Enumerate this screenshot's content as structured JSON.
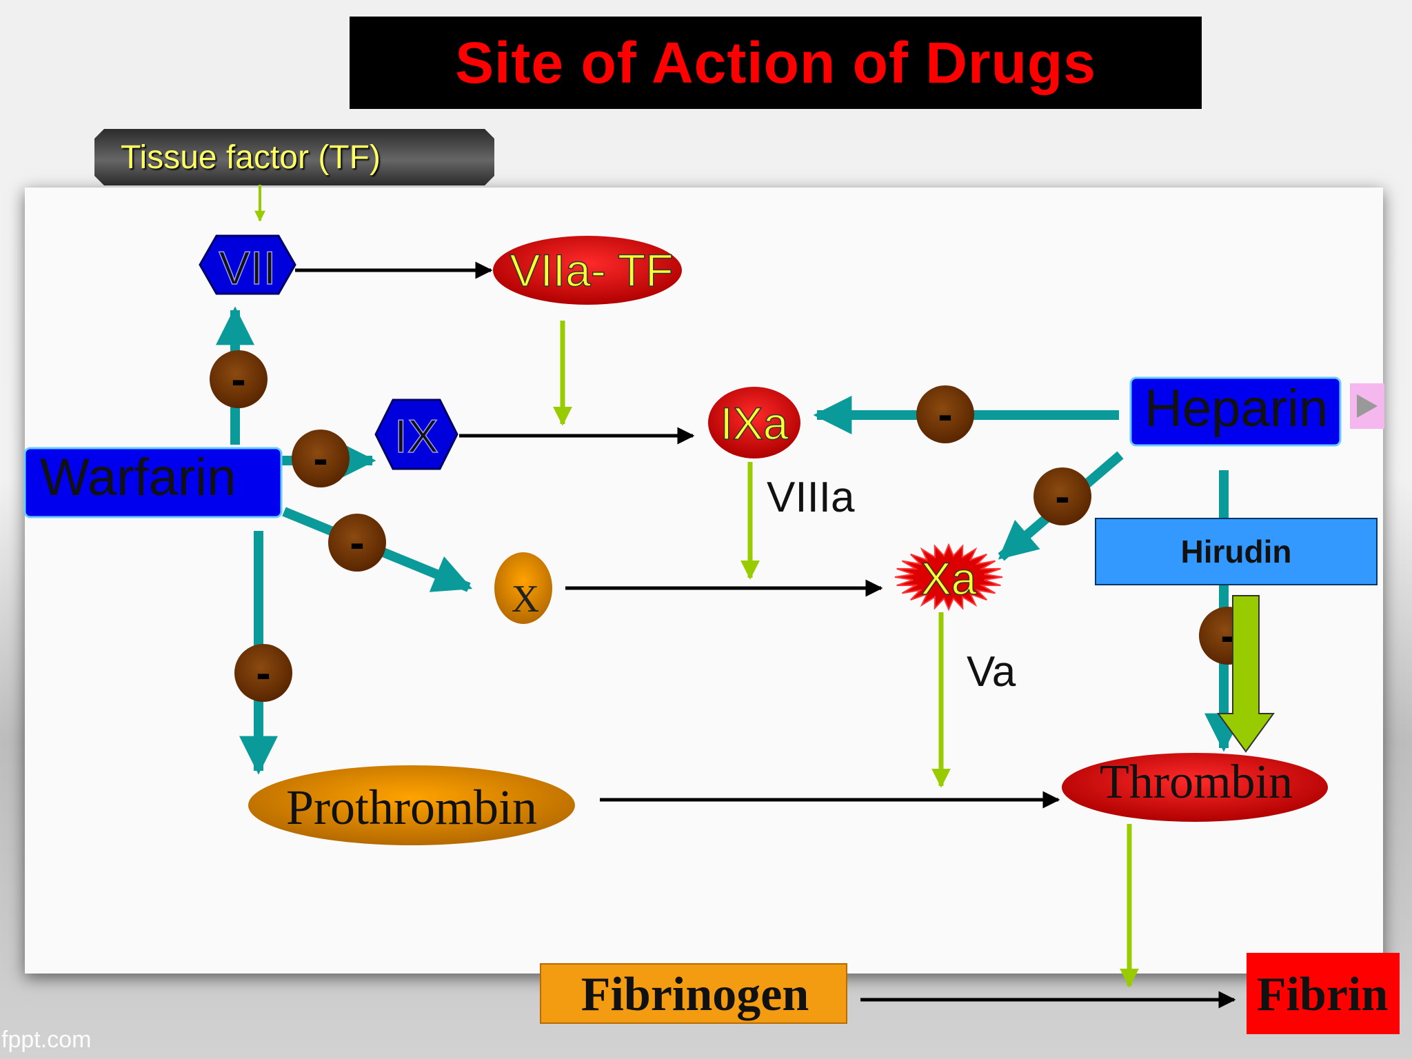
{
  "title": "Site of Action of Drugs",
  "tissue_factor_label": "Tissue factor (TF)",
  "nodes": {
    "vii": "VII",
    "viia_tf": "VIIa- TF",
    "ix": "IX",
    "ixa": "IXa",
    "x": "X",
    "xa": "Xa",
    "prothrombin": "Prothrombin",
    "thrombin": "Thrombin",
    "fibrinogen": "Fibrinogen",
    "fibrin": "Fibrin"
  },
  "drugs": {
    "warfarin": "Warfarin",
    "heparin": "Heparin",
    "hirudin": "Hirudin"
  },
  "cofactors": {
    "viiia": "VIIIa",
    "va": "Va"
  },
  "inhibit_symbol": "-",
  "footer": "fppt.com",
  "colors": {
    "title_text": "#ff0000",
    "teal_arrow": "#0a9a9a",
    "green_arrow": "#99cc00",
    "drug_box": "#0000ee",
    "hirudin_box": "#3399ff",
    "inhibit_circle": "#7a3a06"
  }
}
